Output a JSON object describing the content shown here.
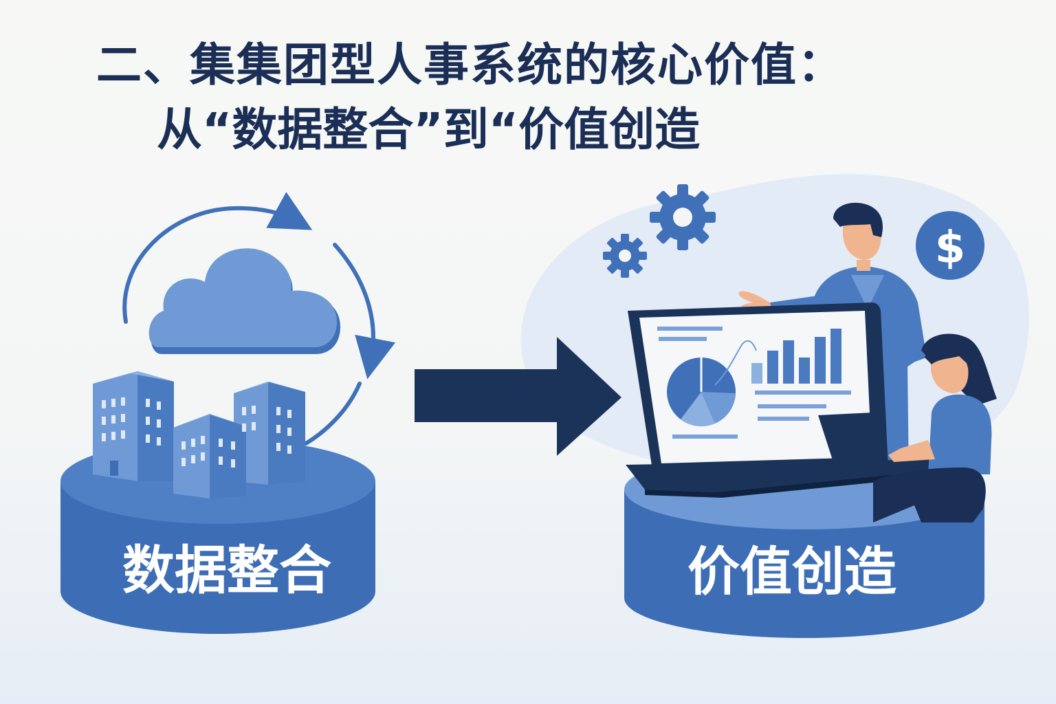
{
  "title": {
    "line1": "二、集集团型人事系统的核心价值：",
    "line2": "从“数据整合”到“价值创造"
  },
  "left_stage": {
    "label": "数据整合"
  },
  "right_stage": {
    "label": "价值创造"
  },
  "icons": {
    "left": [
      "sync-arrows-icon",
      "cloud-icon",
      "buildings-icon",
      "pedestal-icon"
    ],
    "center": "right-arrow-icon",
    "right": [
      "gear-icon",
      "dollar-coin-icon",
      "laptop-dashboard-icon",
      "presenter-man-icon",
      "seated-woman-icon"
    ]
  },
  "colors": {
    "title": "#1b2e55",
    "primary_blue": "#3f70b8",
    "light_blue": "#6f9ad6",
    "navy": "#1b3359",
    "background": "#f6f7f6"
  }
}
